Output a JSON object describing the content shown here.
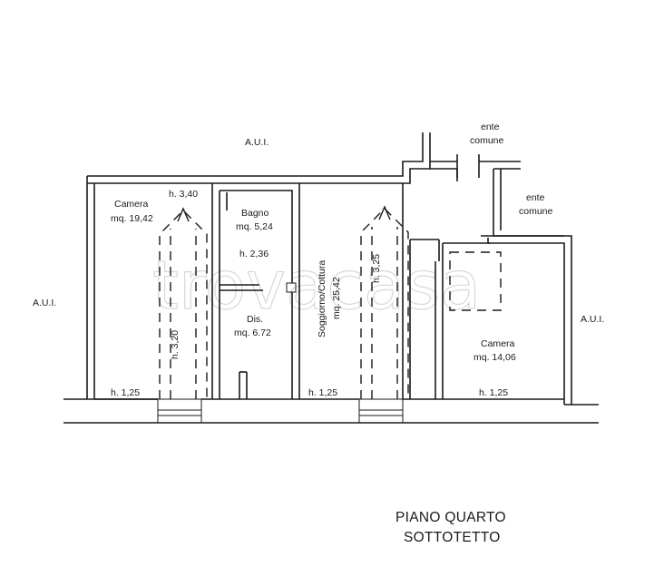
{
  "watermark": "trovacasa",
  "title": {
    "line1": "PIANO QUARTO",
    "line2": "SOTTOTETTO"
  },
  "surroundings": {
    "aui_top": "A.U.I.",
    "aui_left": "A.U.I.",
    "aui_right": "A.U.I.",
    "ente1_line1": "ente",
    "ente1_line2": "comune",
    "ente2_line1": "ente",
    "ente2_line2": "comune"
  },
  "rooms": {
    "camera_left": {
      "name": "Camera",
      "area": "mq. 19,42",
      "h_top": "h. 3,40",
      "h_mid": "h. 3,20",
      "h_low": "h. 1,25"
    },
    "bagno": {
      "name": "Bagno",
      "area": "mq. 5,24",
      "height": "h. 2,36"
    },
    "dis": {
      "name": "Dis.",
      "area": "mq. 6.72"
    },
    "soggiorno": {
      "name": "Soggiorno/Cottura",
      "area": "mq. 25,42",
      "h_mid": "h. 3,25",
      "h_low": "h. 1,25"
    },
    "camera_right": {
      "name": "Camera",
      "area": "mq. 14,06",
      "h_low": "h. 1,25"
    }
  }
}
